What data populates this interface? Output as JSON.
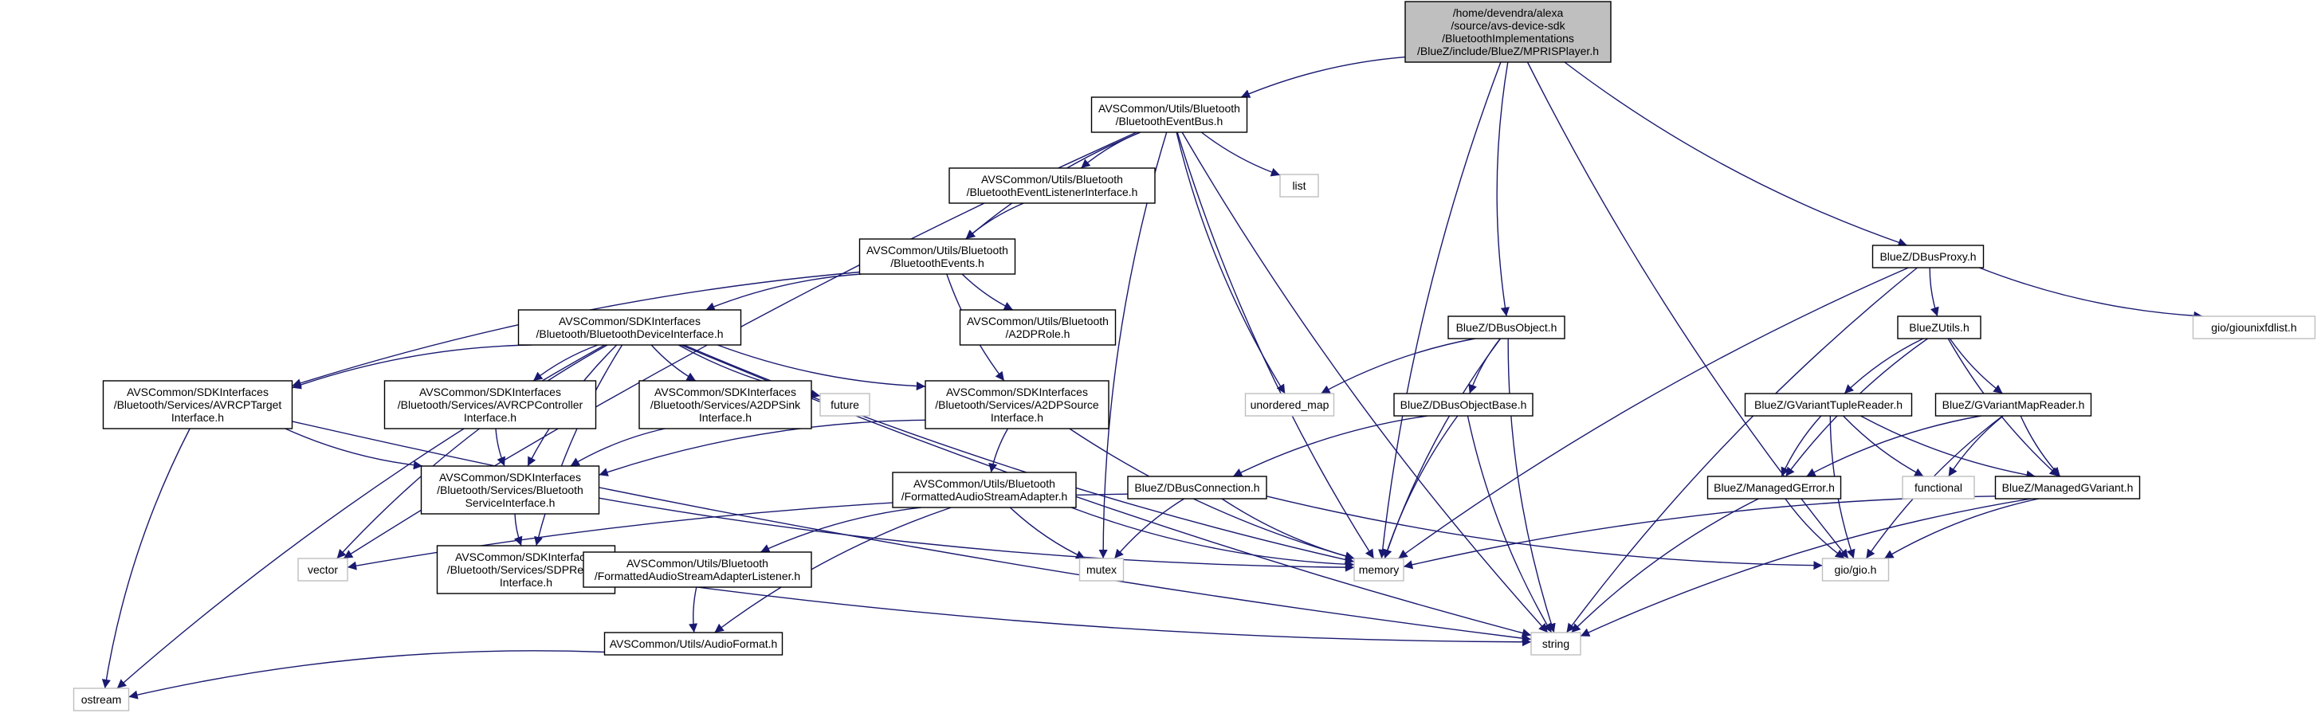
{
  "graph": {
    "nodes": [
      {
        "id": "root",
        "lines": [
          "/home/devendra/alexa",
          "/source/avs-device-sdk",
          "/BluetoothImplementations",
          "/BlueZ/include/BlueZ/MPRISPlayer.h"
        ],
        "style": "root"
      },
      {
        "id": "eventbus",
        "lines": [
          "AVSCommon/Utils/Bluetooth",
          "/BluetoothEventBus.h"
        ],
        "style": "internal"
      },
      {
        "id": "listener",
        "lines": [
          "AVSCommon/Utils/Bluetooth",
          "/BluetoothEventListenerInterface.h"
        ],
        "style": "internal"
      },
      {
        "id": "list",
        "lines": [
          "list"
        ],
        "style": "external"
      },
      {
        "id": "events",
        "lines": [
          "AVSCommon/Utils/Bluetooth",
          "/BluetoothEvents.h"
        ],
        "style": "internal"
      },
      {
        "id": "deviceif",
        "lines": [
          "AVSCommon/SDKInterfaces",
          "/Bluetooth/BluetoothDeviceInterface.h"
        ],
        "style": "internal"
      },
      {
        "id": "a2dprole",
        "lines": [
          "AVSCommon/Utils/Bluetooth",
          "/A2DPRole.h"
        ],
        "style": "internal"
      },
      {
        "id": "avrcptarget",
        "lines": [
          "AVSCommon/SDKInterfaces",
          "/Bluetooth/Services/AVRCPTarget",
          "Interface.h"
        ],
        "style": "internal"
      },
      {
        "id": "avrcpctrl",
        "lines": [
          "AVSCommon/SDKInterfaces",
          "/Bluetooth/Services/AVRCPController",
          "Interface.h"
        ],
        "style": "internal"
      },
      {
        "id": "a2dpsink",
        "lines": [
          "AVSCommon/SDKInterfaces",
          "/Bluetooth/Services/A2DPSink",
          "Interface.h"
        ],
        "style": "internal"
      },
      {
        "id": "future",
        "lines": [
          "future"
        ],
        "style": "external"
      },
      {
        "id": "a2dpsource",
        "lines": [
          "AVSCommon/SDKInterfaces",
          "/Bluetooth/Services/A2DPSource",
          "Interface.h"
        ],
        "style": "internal"
      },
      {
        "id": "serviceif",
        "lines": [
          "AVSCommon/SDKInterfaces",
          "/Bluetooth/Services/Bluetooth",
          "ServiceInterface.h"
        ],
        "style": "internal"
      },
      {
        "id": "sdprecord",
        "lines": [
          "AVSCommon/SDKInterfaces",
          "/Bluetooth/Services/SDPRecord",
          "Interface.h"
        ],
        "style": "internal"
      },
      {
        "id": "fasa",
        "lines": [
          "AVSCommon/Utils/Bluetooth",
          "/FormattedAudioStreamAdapter.h"
        ],
        "style": "internal"
      },
      {
        "id": "fasal",
        "lines": [
          "AVSCommon/Utils/Bluetooth",
          "/FormattedAudioStreamAdapterListener.h"
        ],
        "style": "internal"
      },
      {
        "id": "audioformat",
        "lines": [
          "AVSCommon/Utils/AudioFormat.h"
        ],
        "style": "internal"
      },
      {
        "id": "vector",
        "lines": [
          "vector"
        ],
        "style": "external"
      },
      {
        "id": "mutex",
        "lines": [
          "mutex"
        ],
        "style": "external"
      },
      {
        "id": "memory",
        "lines": [
          "memory"
        ],
        "style": "external"
      },
      {
        "id": "ostream",
        "lines": [
          "ostream"
        ],
        "style": "external"
      },
      {
        "id": "string",
        "lines": [
          "string"
        ],
        "style": "external"
      },
      {
        "id": "unordered",
        "lines": [
          "unordered_map"
        ],
        "style": "external"
      },
      {
        "id": "dbusobject",
        "lines": [
          "BlueZ/DBusObject.h"
        ],
        "style": "internal"
      },
      {
        "id": "dbusobjectbase",
        "lines": [
          "BlueZ/DBusObjectBase.h"
        ],
        "style": "internal"
      },
      {
        "id": "dbusconn",
        "lines": [
          "BlueZ/DBusConnection.h"
        ],
        "style": "internal"
      },
      {
        "id": "dbusproxy",
        "lines": [
          "BlueZ/DBusProxy.h"
        ],
        "style": "internal"
      },
      {
        "id": "bluezutils",
        "lines": [
          "BlueZUtils.h"
        ],
        "style": "internal"
      },
      {
        "id": "gvtuple",
        "lines": [
          "BlueZ/GVariantTupleReader.h"
        ],
        "style": "internal"
      },
      {
        "id": "gvmap",
        "lines": [
          "BlueZ/GVariantMapReader.h"
        ],
        "style": "internal"
      },
      {
        "id": "functional",
        "lines": [
          "functional"
        ],
        "style": "external"
      },
      {
        "id": "managederror",
        "lines": [
          "BlueZ/ManagedGError.h"
        ],
        "style": "internal"
      },
      {
        "id": "managedvariant",
        "lines": [
          "BlueZ/ManagedGVariant.h"
        ],
        "style": "internal"
      },
      {
        "id": "gio",
        "lines": [
          "gio/gio.h"
        ],
        "style": "external"
      },
      {
        "id": "giounix",
        "lines": [
          "gio/giounixfdlist.h"
        ],
        "style": "external"
      }
    ],
    "edges": [
      [
        "root",
        "eventbus"
      ],
      [
        "root",
        "memory"
      ],
      [
        "root",
        "dbusobject"
      ],
      [
        "root",
        "gio"
      ],
      [
        "root",
        "dbusproxy"
      ],
      [
        "eventbus",
        "listener"
      ],
      [
        "eventbus",
        "list"
      ],
      [
        "eventbus",
        "events"
      ],
      [
        "eventbus",
        "unordered"
      ],
      [
        "eventbus",
        "mutex"
      ],
      [
        "eventbus",
        "memory"
      ],
      [
        "eventbus",
        "vector"
      ],
      [
        "eventbus",
        "string"
      ],
      [
        "listener",
        "events"
      ],
      [
        "events",
        "deviceif"
      ],
      [
        "events",
        "a2dprole"
      ],
      [
        "events",
        "avrcptarget"
      ],
      [
        "events",
        "a2dpsource"
      ],
      [
        "deviceif",
        "avrcptarget"
      ],
      [
        "deviceif",
        "avrcpctrl"
      ],
      [
        "deviceif",
        "a2dpsink"
      ],
      [
        "deviceif",
        "future"
      ],
      [
        "deviceif",
        "a2dpsource"
      ],
      [
        "deviceif",
        "serviceif"
      ],
      [
        "deviceif",
        "sdprecord"
      ],
      [
        "deviceif",
        "vector"
      ],
      [
        "deviceif",
        "ostream"
      ],
      [
        "deviceif",
        "memory"
      ],
      [
        "deviceif",
        "string"
      ],
      [
        "avrcptarget",
        "serviceif"
      ],
      [
        "avrcptarget",
        "ostream"
      ],
      [
        "avrcptarget",
        "string"
      ],
      [
        "avrcpctrl",
        "serviceif"
      ],
      [
        "a2dpsink",
        "serviceif"
      ],
      [
        "a2dpsource",
        "serviceif"
      ],
      [
        "a2dpsource",
        "fasa"
      ],
      [
        "a2dpsource",
        "memory"
      ],
      [
        "serviceif",
        "sdprecord"
      ],
      [
        "serviceif",
        "memory"
      ],
      [
        "sdprecord",
        "string"
      ],
      [
        "fasa",
        "fasal"
      ],
      [
        "fasa",
        "audioformat"
      ],
      [
        "fasa",
        "mutex"
      ],
      [
        "fasa",
        "memory"
      ],
      [
        "fasal",
        "audioformat"
      ],
      [
        "audioformat",
        "ostream"
      ],
      [
        "dbusobject",
        "unordered"
      ],
      [
        "dbusobject",
        "dbusobjectbase"
      ],
      [
        "dbusobject",
        "memory"
      ],
      [
        "dbusobject",
        "string"
      ],
      [
        "dbusobjectbase",
        "dbusconn"
      ],
      [
        "dbusobjectbase",
        "memory"
      ],
      [
        "dbusobjectbase",
        "string"
      ],
      [
        "dbusconn",
        "vector"
      ],
      [
        "dbusconn",
        "mutex"
      ],
      [
        "dbusconn",
        "memory"
      ],
      [
        "dbusconn",
        "gio"
      ],
      [
        "dbusproxy",
        "bluezutils"
      ],
      [
        "dbusproxy",
        "memory"
      ],
      [
        "dbusproxy",
        "giounix"
      ],
      [
        "dbusproxy",
        "string"
      ],
      [
        "bluezutils",
        "gvtuple"
      ],
      [
        "bluezutils",
        "gvmap"
      ],
      [
        "bluezutils",
        "managederror"
      ],
      [
        "bluezutils",
        "managedvariant"
      ],
      [
        "gvtuple",
        "managederror"
      ],
      [
        "gvtuple",
        "functional"
      ],
      [
        "gvtuple",
        "gio"
      ],
      [
        "gvtuple",
        "managedvariant"
      ],
      [
        "gvmap",
        "managederror"
      ],
      [
        "gvmap",
        "functional"
      ],
      [
        "gvmap",
        "managedvariant"
      ],
      [
        "gvmap",
        "gio"
      ],
      [
        "managederror",
        "string"
      ],
      [
        "managederror",
        "gio"
      ],
      [
        "managedvariant",
        "memory"
      ],
      [
        "managedvariant",
        "gio"
      ],
      [
        "managedvariant",
        "string"
      ]
    ],
    "colors": {
      "edge": "#191970",
      "root_fill": "#bfbfbf",
      "node_fill": "#ffffff",
      "node_border": "#000000",
      "external_border": "#bfbfbf",
      "text": "#000000"
    }
  }
}
